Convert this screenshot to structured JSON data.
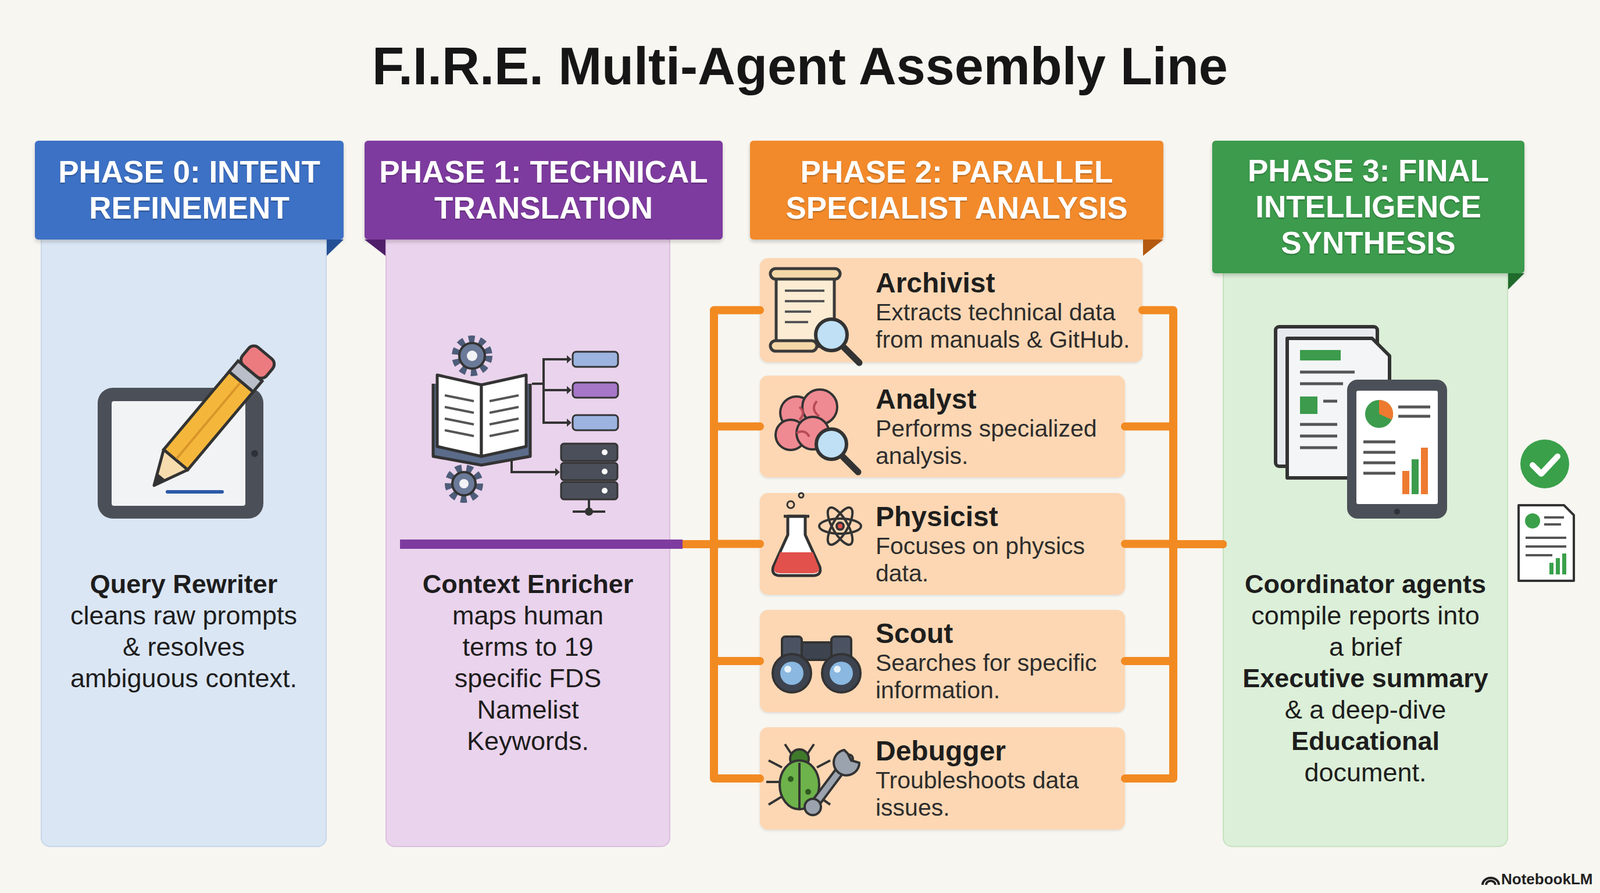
{
  "diagram": {
    "title": "F.I.R.E. Multi-Agent Assembly Line",
    "nodes": [
      {
        "text": [
          "PHASE 0: INTENT REFINEMENT",
          "Query Rewriter",
          "cleans raw prompts & resolves ambiguous context."
        ]
      },
      {
        "text": [
          "PHASE 1: TECHNICAL TRANSLATION",
          "Context Enricher",
          "maps human terms to 19 specific FDS Namelist Keywords."
        ]
      },
      {
        "text": [
          "PHASE 2: PARALLEL SPECIALIST ANALYSIS"
        ]
      },
      {
        "text": [
          "Archivist",
          "Extracts technical data from manuals & GitHub."
        ],
        "in": 2
      },
      {
        "text": [
          "Analyst",
          "Performs specialized analysis."
        ],
        "in": 2
      },
      {
        "text": [
          "Physicist",
          "Focuses on physics data."
        ],
        "in": 2
      },
      {
        "text": [
          "Scout",
          "Searches for specific information."
        ],
        "in": 2
      },
      {
        "text": [
          "Debugger",
          "Troubleshoots data issues."
        ],
        "in": 2
      },
      {
        "text": [
          "PHASE 3: FINAL INTELLIGENCE SYNTHESIS",
          "Coordinator agents",
          "compile reports into a brief",
          "Executive summary",
          "& a deep-dive",
          "Educational",
          "document."
        ]
      }
    ],
    "edges": [
      {
        "from": 1,
        "to": 3,
        "arrow": "none"
      },
      {
        "from": 1,
        "to": 4,
        "arrow": "none"
      },
      {
        "from": 1,
        "to": 5,
        "arrow": "none"
      },
      {
        "from": 1,
        "to": 6,
        "arrow": "none"
      },
      {
        "from": 1,
        "to": 7,
        "arrow": "none"
      },
      {
        "from": 3,
        "to": 8,
        "arrow": "none"
      },
      {
        "from": 4,
        "to": 8,
        "arrow": "none"
      },
      {
        "from": 5,
        "to": 8,
        "arrow": "none"
      },
      {
        "from": 6,
        "to": 8,
        "arrow": "none"
      },
      {
        "from": 7,
        "to": 8,
        "arrow": "none"
      }
    ],
    "labels": [
      "NotebookLM"
    ]
  }
}
